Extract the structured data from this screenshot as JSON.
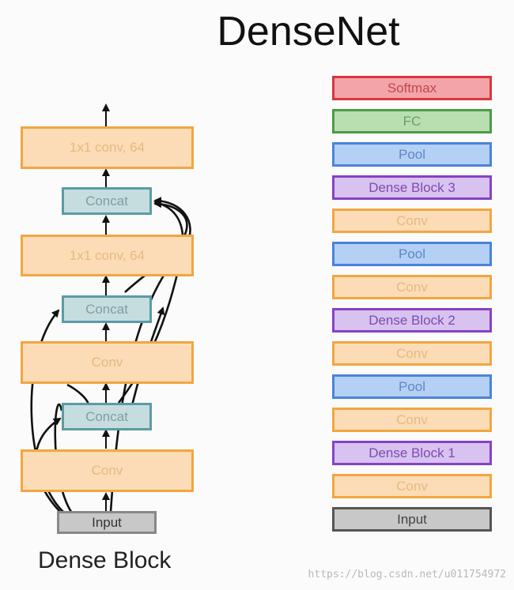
{
  "title": "DenseNet",
  "dense_block": {
    "caption": "Dense Block",
    "input_label": "Input",
    "conv1_label": "Conv",
    "concat1_label": "Concat",
    "conv2_label": "Conv",
    "concat2_label": "Concat",
    "conv1x1_a_label": "1x1 conv, 64",
    "concat3_label": "Concat",
    "conv1x1_b_label": "1x1 conv, 64"
  },
  "network_stack": [
    "Softmax",
    "FC",
    "Pool",
    "Dense Block 3",
    "Conv",
    "Pool",
    "Conv",
    "Dense Block 2",
    "Conv",
    "Pool",
    "Conv",
    "Dense Block 1",
    "Conv",
    "Input"
  ],
  "watermark": "https://blog.csdn.net/u011754972",
  "colors": {
    "conv": "#f2a640",
    "concat": "#5c9ba4",
    "softmax": "#d83740",
    "fc": "#4d9a45",
    "pool": "#4a83db",
    "dense_block": "#8741c4",
    "input": "#555555"
  }
}
